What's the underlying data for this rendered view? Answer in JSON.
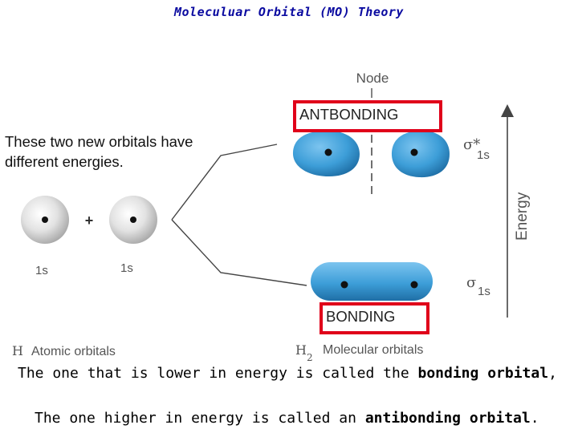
{
  "title": "Moleculuar Orbital (MO) Theory",
  "intro_text": "These two new orbitals have different energies.",
  "diagram": {
    "node_label": "Node",
    "antibonding_box_label": "ANTBONDING",
    "bonding_box_label": "BONDING",
    "plus_sign": "+",
    "left_orbital_label": "1s",
    "right_orbital_label": "1s",
    "sigma_star_symbol": "σ*",
    "sigma_star_sub": "1s",
    "sigma_symbol": "σ",
    "sigma_sub": "1s",
    "energy_axis_label": "Energy",
    "atomic_prefix": "H",
    "atomic_label": "Atomic orbitals",
    "molecular_prefix": "H",
    "molecular_prefix_sub": "2",
    "molecular_label": "Molecular orbitals",
    "colors": {
      "orbital_blue": "#3d9ed8",
      "orbital_gray": "#d6d6d6",
      "box_red": "#e0001a",
      "title_blue": "#0a0aa0"
    }
  },
  "footer": {
    "line1_pre": "The one that is lower in energy is called the ",
    "line1_bold": "bonding orbital",
    "line1_post": ",",
    "line2_pre": "The one higher in energy is called an ",
    "line2_bold": "antibonding orbital",
    "line2_post": "."
  }
}
